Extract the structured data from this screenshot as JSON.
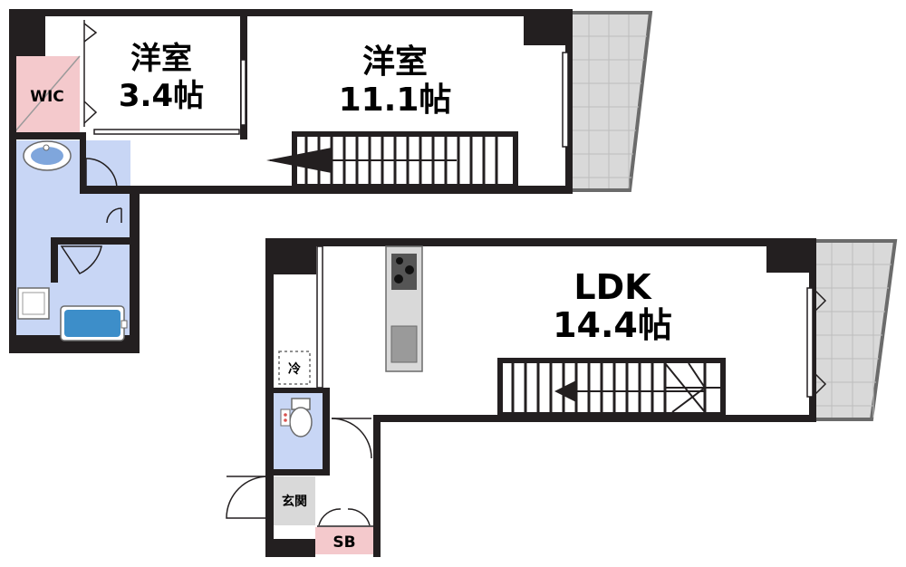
{
  "rooms": {
    "wic": "WIC",
    "western_small": {
      "name": "洋室",
      "size": "3.4帖"
    },
    "western_large": {
      "name": "洋室",
      "size": "11.1帖"
    },
    "ldk": {
      "name": "LDK",
      "size": "14.4帖"
    },
    "entrance": "玄関",
    "shoe_box": "SB",
    "fridge": "冷"
  },
  "colors": {
    "wall": "#231f20",
    "bath_area": "#c8d6f5",
    "wic_fill": "#f4c9cc",
    "sb_fill": "#f4c9cc",
    "balcony": "#d9d9d9",
    "entrance_fill": "#d9d9d9"
  }
}
